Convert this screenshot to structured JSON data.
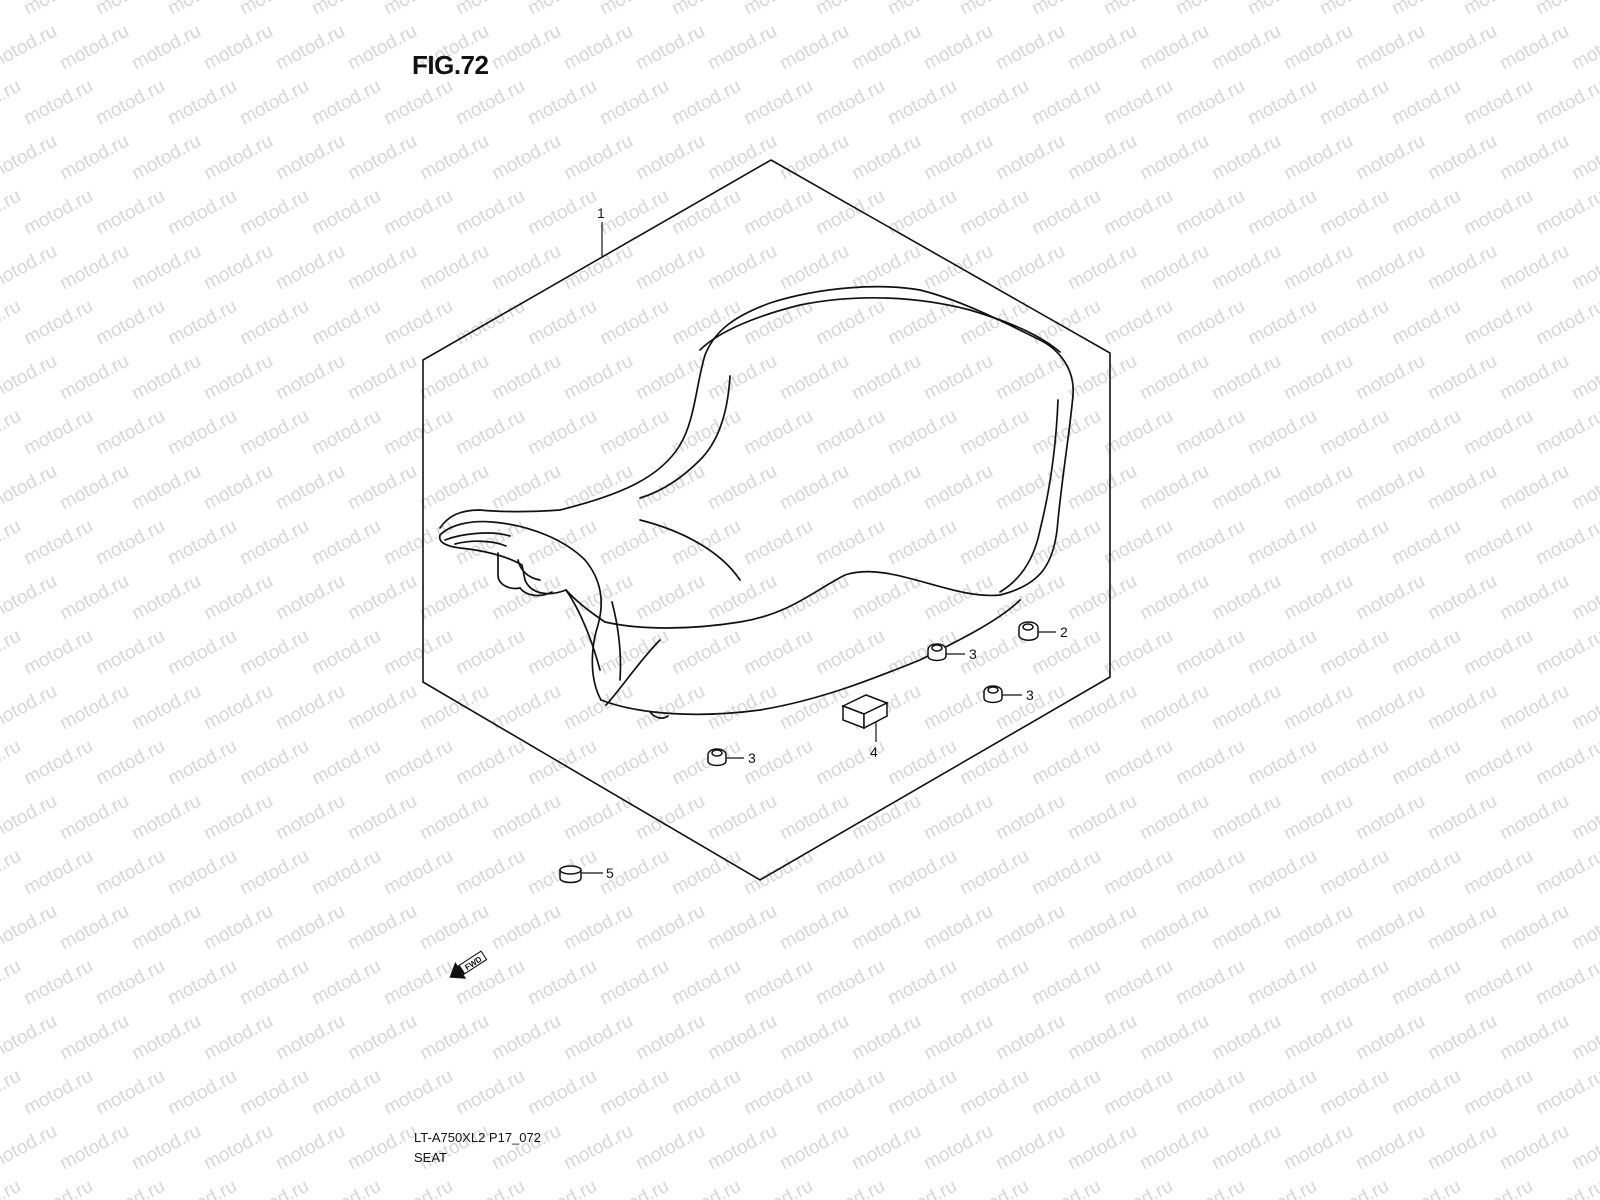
{
  "figure": {
    "title": "FIG.72",
    "drawing_code": "LT-A750XL2 P17_072",
    "assembly_name": "SEAT"
  },
  "watermark": {
    "text": "motod.ru",
    "color": "#d6d6d6"
  },
  "fwd_arrow": {
    "label": "FWD"
  },
  "callouts": [
    {
      "number": "1",
      "part": "seat assembly"
    },
    {
      "number": "2",
      "part": "cushion"
    },
    {
      "number": "3",
      "part": "cushion"
    },
    {
      "number": "3",
      "part": "cushion"
    },
    {
      "number": "3",
      "part": "cushion"
    },
    {
      "number": "4",
      "part": "block"
    },
    {
      "number": "5",
      "part": "cap"
    }
  ]
}
